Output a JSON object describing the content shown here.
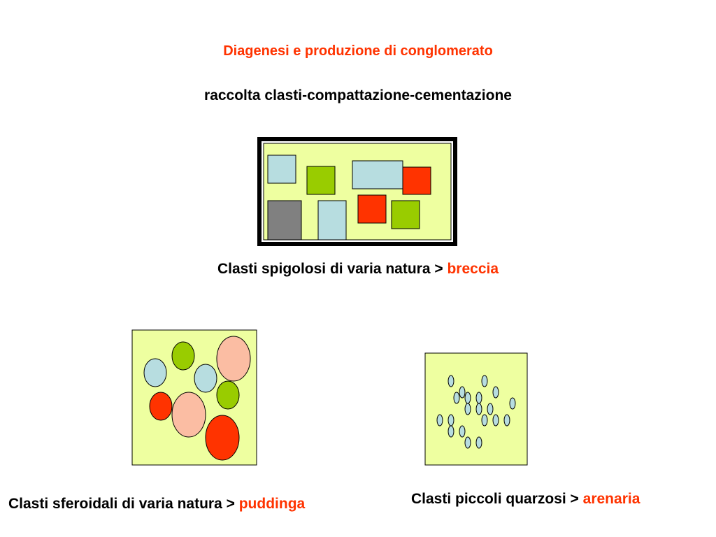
{
  "title": "Diagenesi e produzione di conglomerato",
  "subtitle": "raccolta clasti-compattazione-cementazione",
  "captions": {
    "breccia": {
      "prefix": "Clasti spigolosi di varia natura > ",
      "rock": "breccia"
    },
    "puddinga": {
      "prefix": "Clasti sferoidali di varia natura > ",
      "rock": "puddinga"
    },
    "arenaria": {
      "prefix": "Clasti piccoli quarzosi > ",
      "rock": "arenaria"
    }
  },
  "colors": {
    "accent": "#ff3300",
    "matrix": "#eeffa0",
    "light_blue": "#b7dde0",
    "green": "#99cc00",
    "red": "#ff3300",
    "gray": "#808080",
    "salmon": "#fbbda3"
  }
}
